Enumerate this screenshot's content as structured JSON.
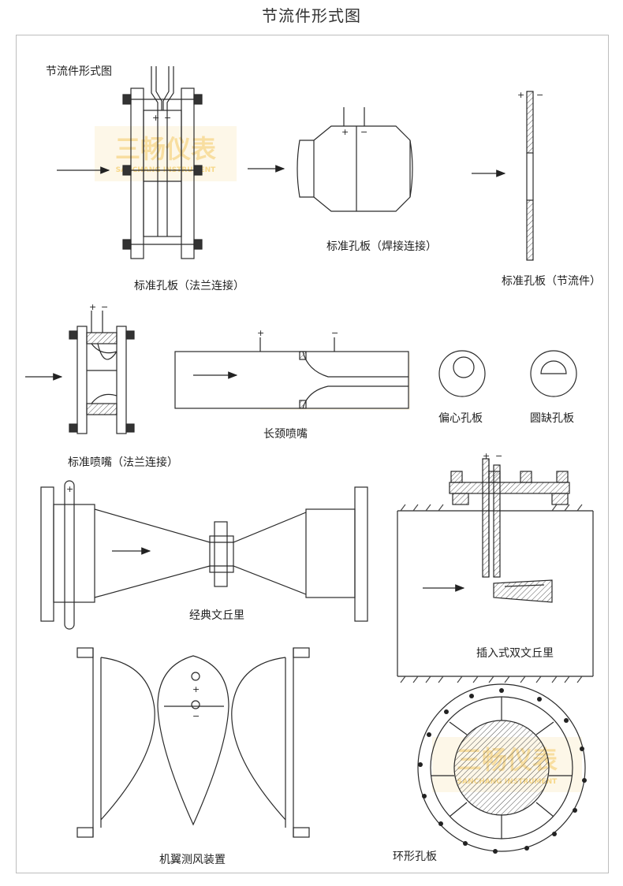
{
  "page_title": "节流件形式图",
  "corner_label": "节流件形式图",
  "watermark": {
    "name": "三畅仪表",
    "subtitle": "SANCHANG INSTRUMENT",
    "color": "#f3c24a"
  },
  "labels": {
    "flange_orifice": "标准孔板（法兰连接）",
    "welded_orifice": "标准孔板（焊接连接）",
    "orifice_element": "标准孔板（节流件）",
    "nozzle_flange": "标准喷嘴（法兰连接）",
    "long_nozzle": "长颈喷嘴",
    "eccentric": "偏心孔板",
    "segmental": "圆缺孔板",
    "venturi": "经典文丘里",
    "insertion_venturi": "插入式双文丘里",
    "wing_device": "机翼测风装置",
    "annular": "环形孔板"
  },
  "signs": {
    "plus": "+",
    "minus": "−"
  },
  "colors": {
    "line": "#2a2a2a",
    "hatch": "#555555",
    "frame": "#bdbdbd"
  }
}
